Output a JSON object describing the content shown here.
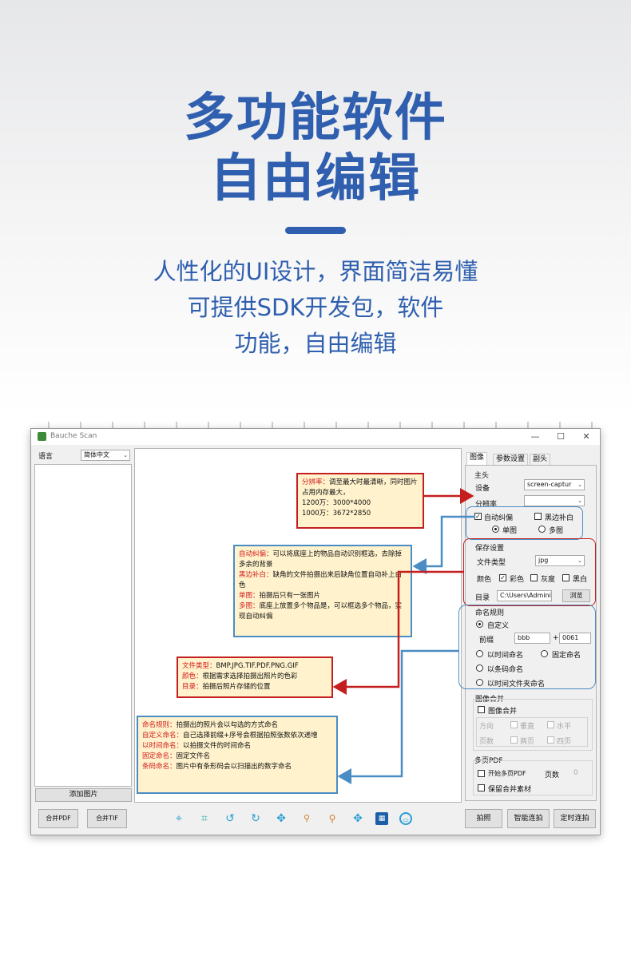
{
  "hero": {
    "title_line1": "多功能软件",
    "title_line2": "自由编辑",
    "subtitle_line1": "人性化的UI设计，界面简洁易懂",
    "subtitle_line2": "可提供SDK开发包，软件",
    "subtitle_line3": "功能，自由编辑"
  },
  "window": {
    "title": "Bauche Scan",
    "controls": {
      "minimize": "—",
      "maximize": "☐",
      "close": "✕"
    }
  },
  "left_panel": {
    "language_label": "语言",
    "language_value": "简体中文",
    "add_image_button": "添加图片",
    "merge_pdf_button": "合并PDF",
    "merge_tif_button": "合并TIF"
  },
  "tabs": [
    "图像",
    "参数设置",
    "副头"
  ],
  "settings": {
    "main_head_title": "主头",
    "device_label": "设备",
    "device_value": "screen-captur",
    "resolution_label": "分辨率",
    "resolution_value": "",
    "auto_deskew_label": "自动纠偏",
    "black_fill_label": "黑边补白",
    "single_label": "单图",
    "multi_label": "多图",
    "save_title": "保存设置",
    "file_type_label": "文件类型",
    "file_type_value": "jpg",
    "color_label": "颜色",
    "color_option": "彩色",
    "gray_option": "灰度",
    "bw_option": "黑白",
    "dir_label": "目录",
    "dir_value": "C:\\Users\\Admini",
    "browse_button": "浏览",
    "naming_title": "命名规则",
    "custom_label": "自定义",
    "prefix_label": "前缀",
    "prefix_value": "bbb",
    "plus_sign": "+",
    "seq_value": "0061",
    "time_naming_label": "以时间命名",
    "fixed_naming_label": "固定命名",
    "barcode_naming_label": "以条码命名",
    "folder_naming_label": "以时间文件夹命名",
    "merge_title": "图像合并",
    "merge_check_label": "图像合并",
    "direction_label": "方向",
    "vertical_label": "垂直",
    "horizontal_label": "水平",
    "pages_label": "页数",
    "two_pages_label": "两页",
    "four_pages_label": "四页",
    "multipdf_title": "多页PDF",
    "start_multipdf_label": "开始多页PDF",
    "page_count_label": "页数",
    "page_count_value": "0",
    "keep_material_label": "保留合并素材"
  },
  "bottom_buttons": {
    "shoot": "拍照",
    "smart_shoot": "智能连拍",
    "timed_shoot": "定时连拍"
  },
  "toolbar_icons": [
    "focus-icon",
    "crop-icon",
    "rotate-left-icon",
    "rotate-right-icon",
    "move-icon",
    "zoom-out-icon",
    "zoom-in-icon",
    "fit-icon",
    "film-icon",
    "video-icon"
  ],
  "callouts": {
    "resolution": {
      "key": "分辨率：",
      "text": "调至最大时最清晰，同时图片占用内存最大，",
      "line2": "1200万：3000*4000",
      "line3": "1000万：3672*2850"
    },
    "deskew": {
      "k1": "自动纠偏：",
      "t1": "可以将底座上的物品自动识别框选，去除掉多余的背景",
      "k2": "黑边补白：",
      "t2": "缺角的文件拍摄出来后缺角位置自动补上白色",
      "k3": "单图：",
      "t3": "拍摄后只有一张图片",
      "k4": "多图：",
      "t4": "底座上放置多个物品是，可以框选多个物品，实现自动纠偏"
    },
    "filetype": {
      "k1": "文件类型：",
      "t1": "BMP.JPG.TIF.PDF.PNG.GIF",
      "k2": "颜色：",
      "t2": "根据需求选择拍摄出照片的色彩",
      "k3": "目录：",
      "t3": "拍摄后照片存储的位置"
    },
    "naming": {
      "k1": "命名规则：",
      "t1": "拍摄出的照片会以勾选的方式命名",
      "k2": "自定义命名：",
      "t2": "自己选择前缀+序号会根据拍照张数依次递增",
      "k3": "以时间命名：",
      "t3": "以拍摄文件的时间命名",
      "k4": "固定命名：",
      "t4": "固定文件名",
      "k5": "条码命名：",
      "t5": "图片中有条形码会以扫描出的数字命名"
    }
  },
  "colors": {
    "brand_blue": "#2f5fae",
    "callout_red": "#c41e1e",
    "callout_blue": "#4a8cc4",
    "callout_fill": "#fff2cc"
  }
}
